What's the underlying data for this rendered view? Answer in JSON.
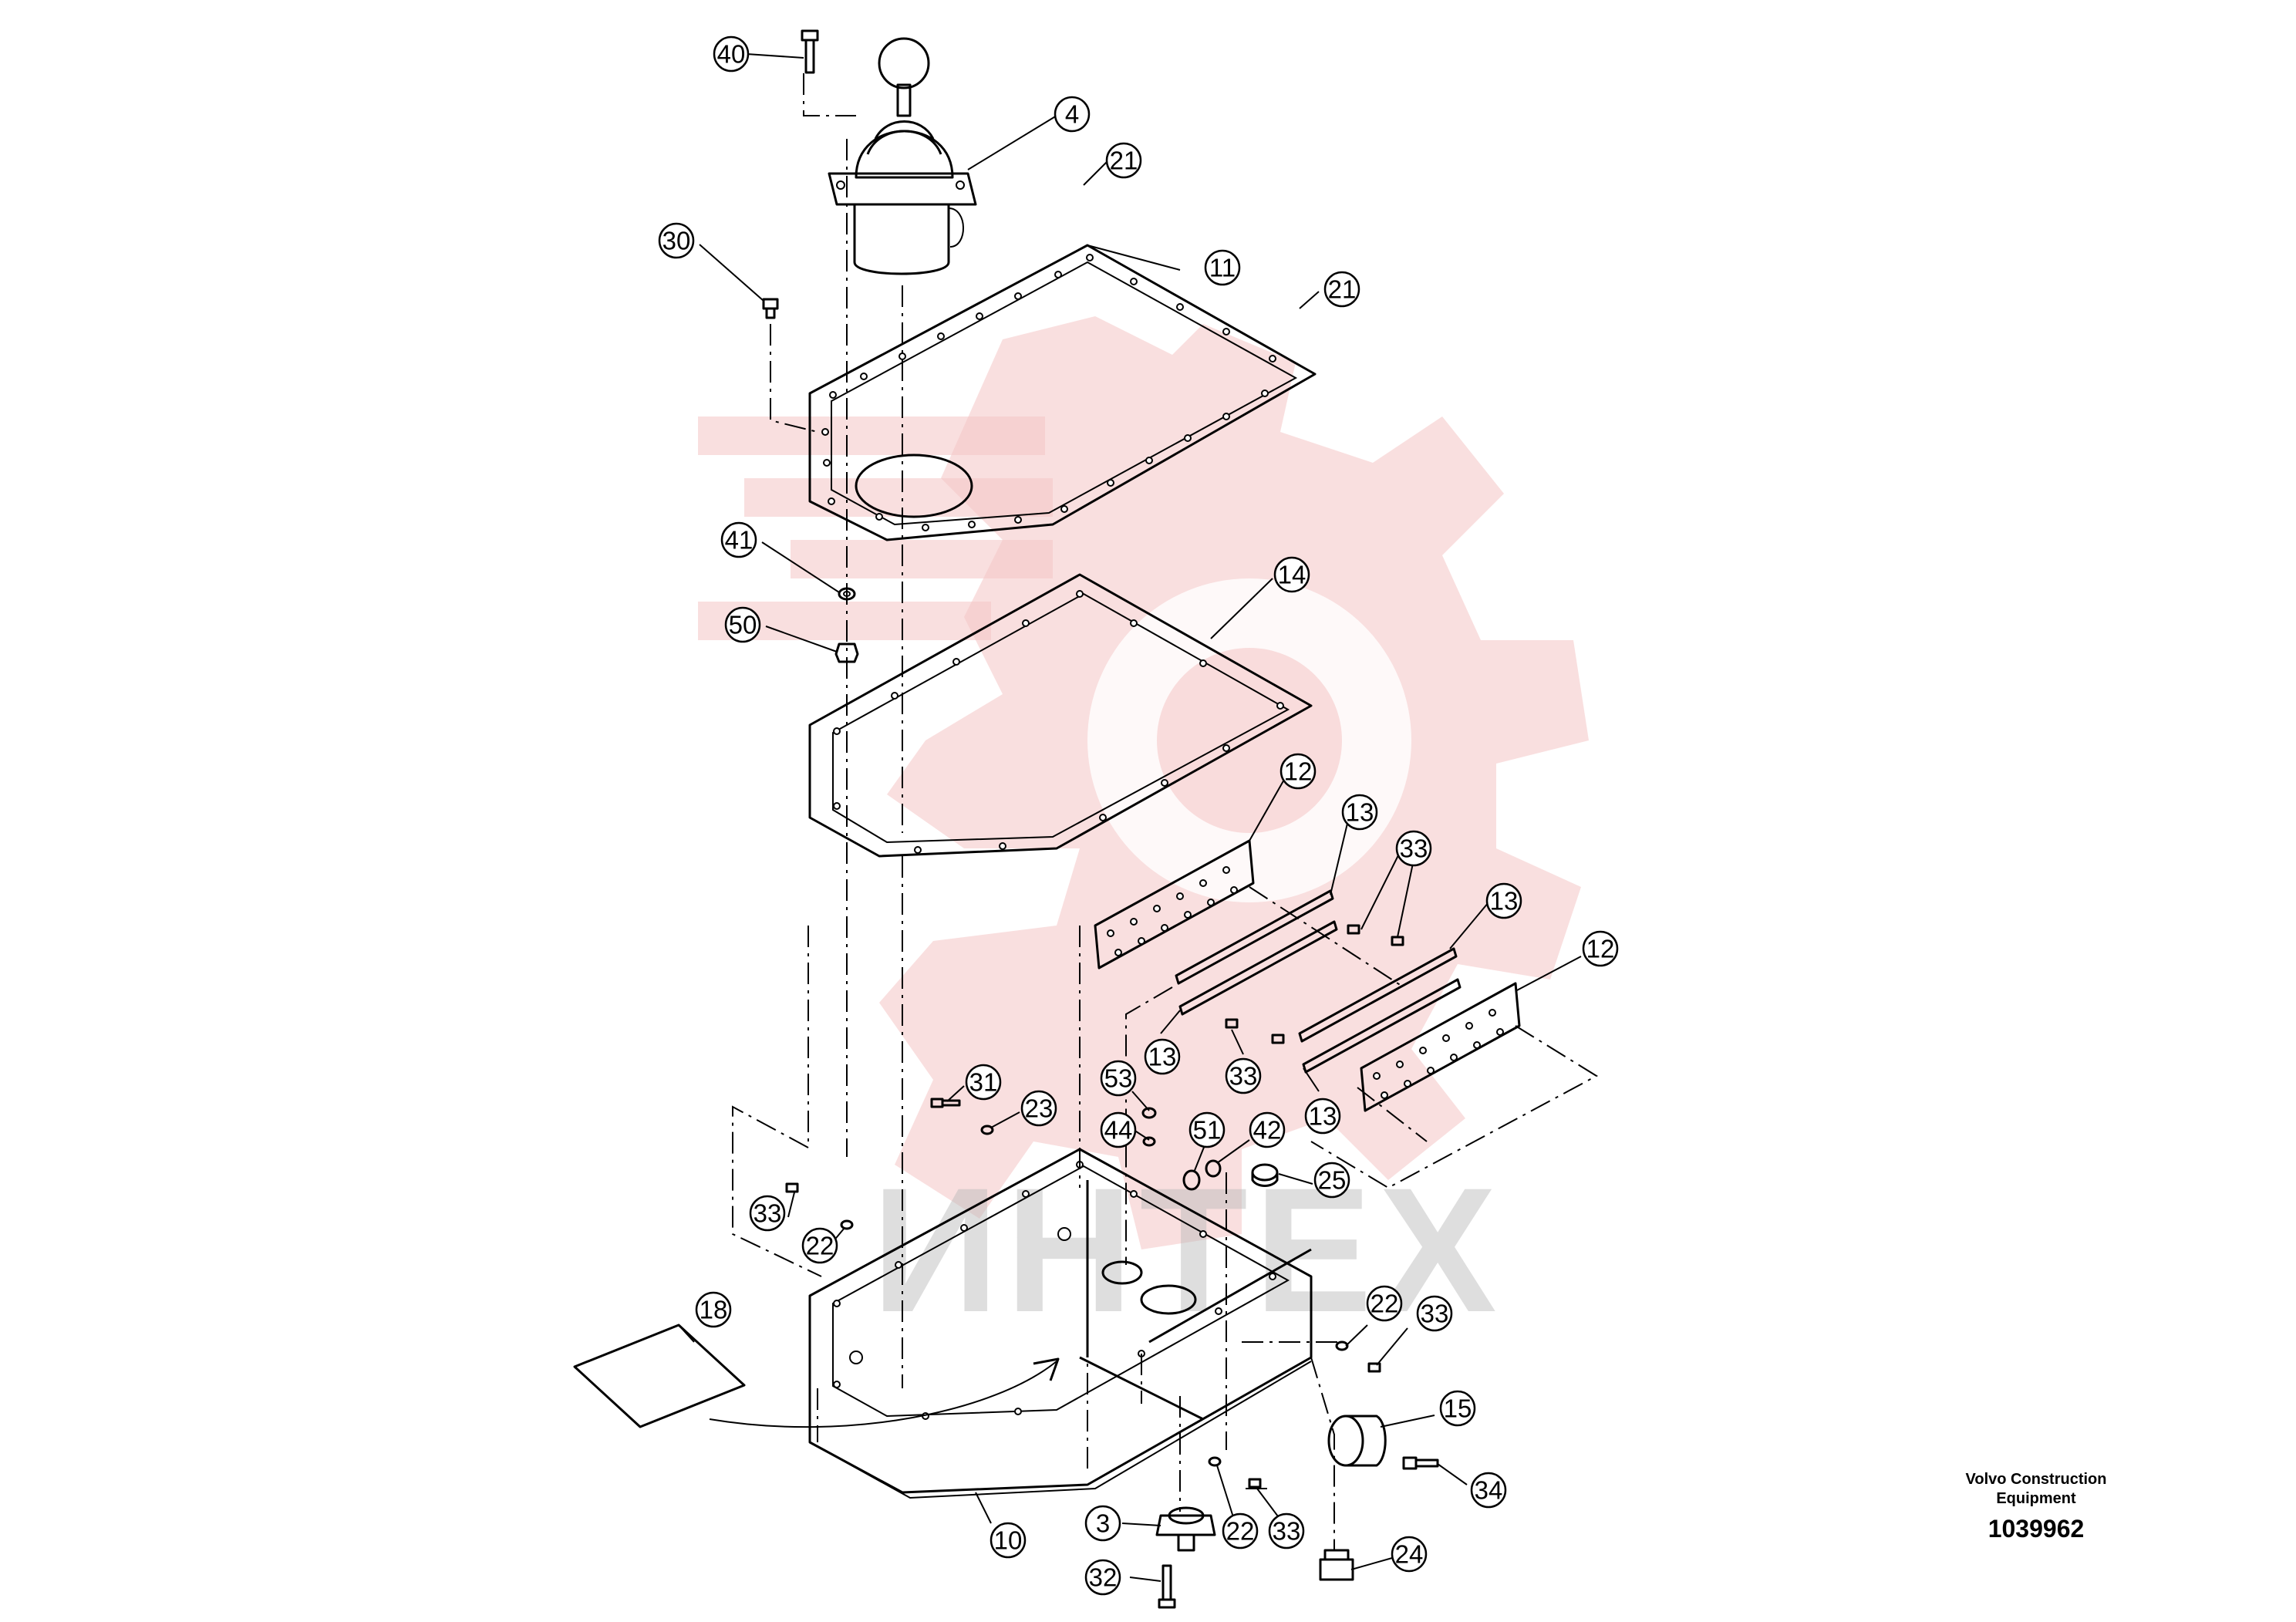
{
  "brand": {
    "line1": "Volvo Construction",
    "line2": "Equipment",
    "drawing_number": "1039962"
  },
  "watermark": {
    "text": "ИНТЕХ",
    "color": "#f4c4c4"
  },
  "callouts": [
    {
      "label": "40"
    },
    {
      "label": "4"
    },
    {
      "label": "21"
    },
    {
      "label": "30"
    },
    {
      "label": "11"
    },
    {
      "label": "21"
    },
    {
      "label": "41"
    },
    {
      "label": "14"
    },
    {
      "label": "50"
    },
    {
      "label": "12"
    },
    {
      "label": "13"
    },
    {
      "label": "33"
    },
    {
      "label": "13"
    },
    {
      "label": "12"
    },
    {
      "label": "13"
    },
    {
      "label": "33"
    },
    {
      "label": "13"
    },
    {
      "label": "31"
    },
    {
      "label": "53"
    },
    {
      "label": "23"
    },
    {
      "label": "44"
    },
    {
      "label": "51"
    },
    {
      "label": "42"
    },
    {
      "label": "25"
    },
    {
      "label": "33"
    },
    {
      "label": "22"
    },
    {
      "label": "18"
    },
    {
      "label": "22"
    },
    {
      "label": "33"
    },
    {
      "label": "15"
    },
    {
      "label": "34"
    },
    {
      "label": "3"
    },
    {
      "label": "22"
    },
    {
      "label": "33"
    },
    {
      "label": "10"
    },
    {
      "label": "24"
    },
    {
      "label": "32"
    }
  ]
}
